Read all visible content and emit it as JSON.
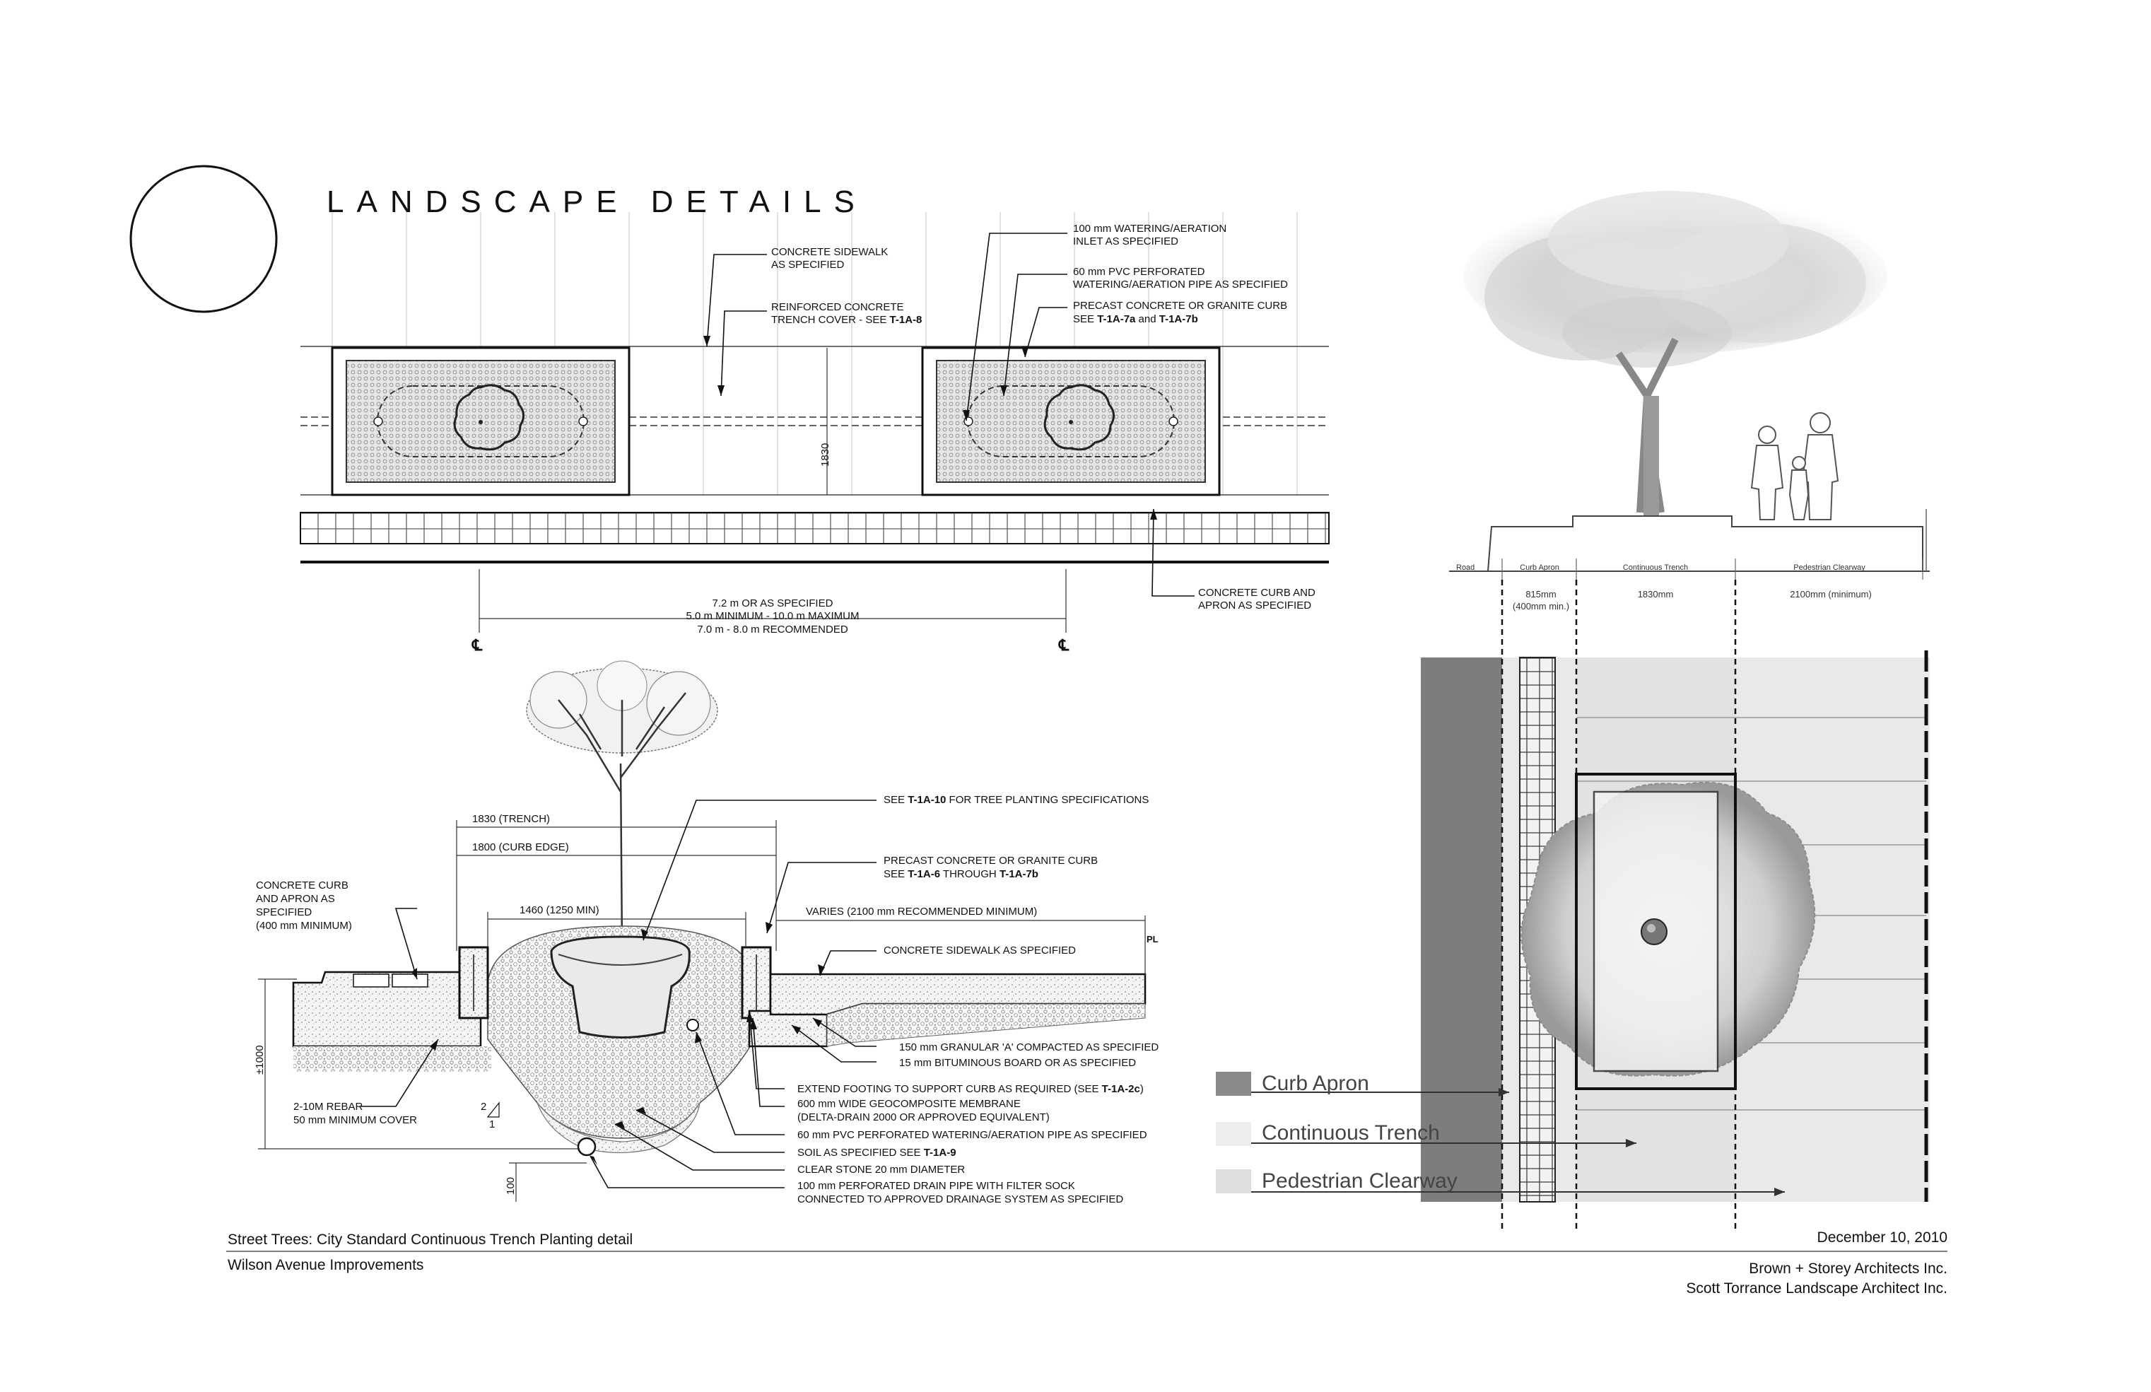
{
  "title": "LANDSCAPE DETAILS",
  "plan": {
    "labels": {
      "sidewalk": [
        "CONCRETE SIDEWALK",
        "AS SPECIFIED"
      ],
      "trench_cover": [
        "REINFORCED CONCRETE",
        "TRENCH COVER - SEE "
      ],
      "trench_cover_ref": "T-1A-8",
      "inlet": [
        "100 mm WATERING/AERATION",
        "INLET AS SPECIFIED"
      ],
      "pvc": [
        "60 mm PVC PERFORATED",
        "WATERING/AERATION PIPE AS SPECIFIED"
      ],
      "curb": [
        "PRECAST CONCRETE OR GRANITE CURB",
        "SEE "
      ],
      "curb_ref1": "T-1A-7a",
      "curb_and": " and ",
      "curb_ref2": "T-1A-7b",
      "curb_apron": [
        "CONCRETE CURB AND",
        "APRON AS SPECIFIED"
      ]
    },
    "dim_width": "1830",
    "spacing": [
      "7.2 m OR AS SPECIFIED",
      "5.0 m MINIMUM - 10.0 m MAXIMUM",
      "7.0 m - 8.0 m RECOMMENDED"
    ],
    "centerline": "℄"
  },
  "section": {
    "dims": {
      "trench": "1830 (TRENCH)",
      "curb_edge": "1800 (CURB EDGE)",
      "min": "1460 (1250 MIN)",
      "varies": "VARIES (2100 mm RECOMMENDED MINIMUM)",
      "pl": "PL",
      "depth": "±1000",
      "stone": "100",
      "slope": "2",
      "slope_run": "1"
    },
    "left_labels": {
      "curb_apron": [
        "CONCRETE CURB",
        "AND APRON AS",
        "SPECIFIED",
        "(400 mm MINIMUM)"
      ],
      "rebar": [
        "2-10M REBAR",
        "50 mm MINIMUM COVER"
      ]
    },
    "right_labels": {
      "tree_spec": "SEE ",
      "tree_spec_ref": "T-1A-10",
      "tree_spec_tail": " FOR TREE PLANTING SPECIFICATIONS",
      "curb": [
        "PRECAST CONCRETE OR GRANITE CURB",
        "SEE "
      ],
      "curb_ref1": "T-1A-6",
      "curb_mid": " THROUGH ",
      "curb_ref2": "T-1A-7b",
      "sidewalk": "CONCRETE SIDEWALK AS SPECIFIED",
      "granular": "150 mm GRANULAR 'A' COMPACTED AS SPECIFIED",
      "bituminous": "15 mm BITUMINOUS BOARD OR AS SPECIFIED",
      "footing": "EXTEND FOOTING TO SUPPORT CURB AS REQUIRED (SEE ",
      "footing_ref": "T-1A-2c",
      "footing_tail": ")",
      "membrane": [
        "600 mm WIDE GEOCOMPOSITE MEMBRANE",
        "(DELTA-DRAIN 2000 OR APPROVED EQUIVALENT)"
      ],
      "pvc": "60 mm PVC PERFORATED WATERING/AERATION PIPE AS SPECIFIED",
      "soil": "SOIL AS SPECIFIED  SEE ",
      "soil_ref": "T-1A-9",
      "stone": "CLEAR STONE 20 mm DIAMETER",
      "drain": [
        "100 mm PERFORATED DRAIN PIPE WITH FILTER SOCK",
        "CONNECTED TO APPROVED DRAINAGE SYSTEM AS SPECIFIED"
      ]
    }
  },
  "streetscape": {
    "zones": [
      "Road",
      "Curb Apron",
      "Continuous Trench",
      "Pedestrian Clearway"
    ],
    "dims": [
      "815mm",
      "(400mm min.)",
      "1830mm",
      "2100mm (minimum)"
    ]
  },
  "legend": [
    {
      "label": "Curb Apron",
      "color": "#8a8a8a"
    },
    {
      "label": "Continuous Trench",
      "color": "#eeeeee"
    },
    {
      "label": "Pedestrian Clearway",
      "color": "#dddddd"
    }
  ],
  "footer": {
    "left1": "Street Trees: City Standard Continuous Trench Planting detail",
    "left2": "Wilson Avenue Improvements",
    "date": "December 10, 2010",
    "firm1": "Brown + Storey Architects Inc.",
    "firm2": "Scott Torrance Landscape Architect Inc."
  }
}
